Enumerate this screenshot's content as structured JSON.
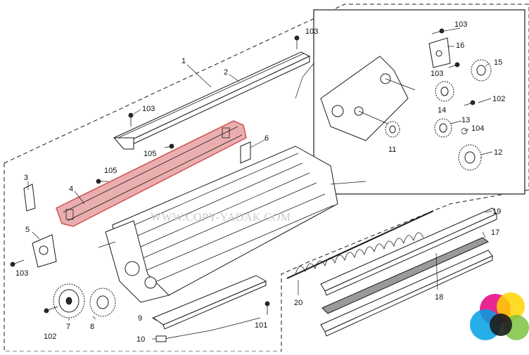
{
  "watermark": "WWW.COPY-YADAK.COM",
  "highlight_color": "#e8a0a0",
  "callouts": [
    "1",
    "2",
    "3",
    "4",
    "5",
    "6",
    "7",
    "8",
    "9",
    "10",
    "11",
    "12",
    "13",
    "14",
    "15",
    "16",
    "17",
    "18",
    "19",
    "20",
    "101",
    "102",
    "103",
    "104",
    "105"
  ],
  "labels": [
    {
      "id": "l1",
      "text": "1"
    },
    {
      "id": "l2",
      "text": "2"
    },
    {
      "id": "l3",
      "text": "3"
    },
    {
      "id": "l4",
      "text": "4"
    },
    {
      "id": "l5",
      "text": "5"
    },
    {
      "id": "l6",
      "text": "6"
    },
    {
      "id": "l7",
      "text": "7"
    },
    {
      "id": "l8",
      "text": "8"
    },
    {
      "id": "l9",
      "text": "9"
    },
    {
      "id": "l10",
      "text": "10"
    },
    {
      "id": "l11",
      "text": "11"
    },
    {
      "id": "l12",
      "text": "12"
    },
    {
      "id": "l13",
      "text": "13"
    },
    {
      "id": "l14",
      "text": "14"
    },
    {
      "id": "l15",
      "text": "15"
    },
    {
      "id": "l16",
      "text": "16"
    },
    {
      "id": "l17",
      "text": "17"
    },
    {
      "id": "l18",
      "text": "18"
    },
    {
      "id": "l19",
      "text": "19"
    },
    {
      "id": "l20",
      "text": "20"
    },
    {
      "id": "l101",
      "text": "101"
    },
    {
      "id": "l102a",
      "text": "102"
    },
    {
      "id": "l102b",
      "text": "102"
    },
    {
      "id": "l103a",
      "text": "103"
    },
    {
      "id": "l103b",
      "text": "103"
    },
    {
      "id": "l103c",
      "text": "103"
    },
    {
      "id": "l103d",
      "text": "103"
    },
    {
      "id": "l103e",
      "text": "103"
    },
    {
      "id": "l104",
      "text": "104"
    },
    {
      "id": "l105a",
      "text": "105"
    },
    {
      "id": "l105b",
      "text": "105"
    }
  ],
  "logo_colors": [
    "#e6007e",
    "#ffd400",
    "#00a0e3",
    "#1d1d1b",
    "#7dc242"
  ]
}
